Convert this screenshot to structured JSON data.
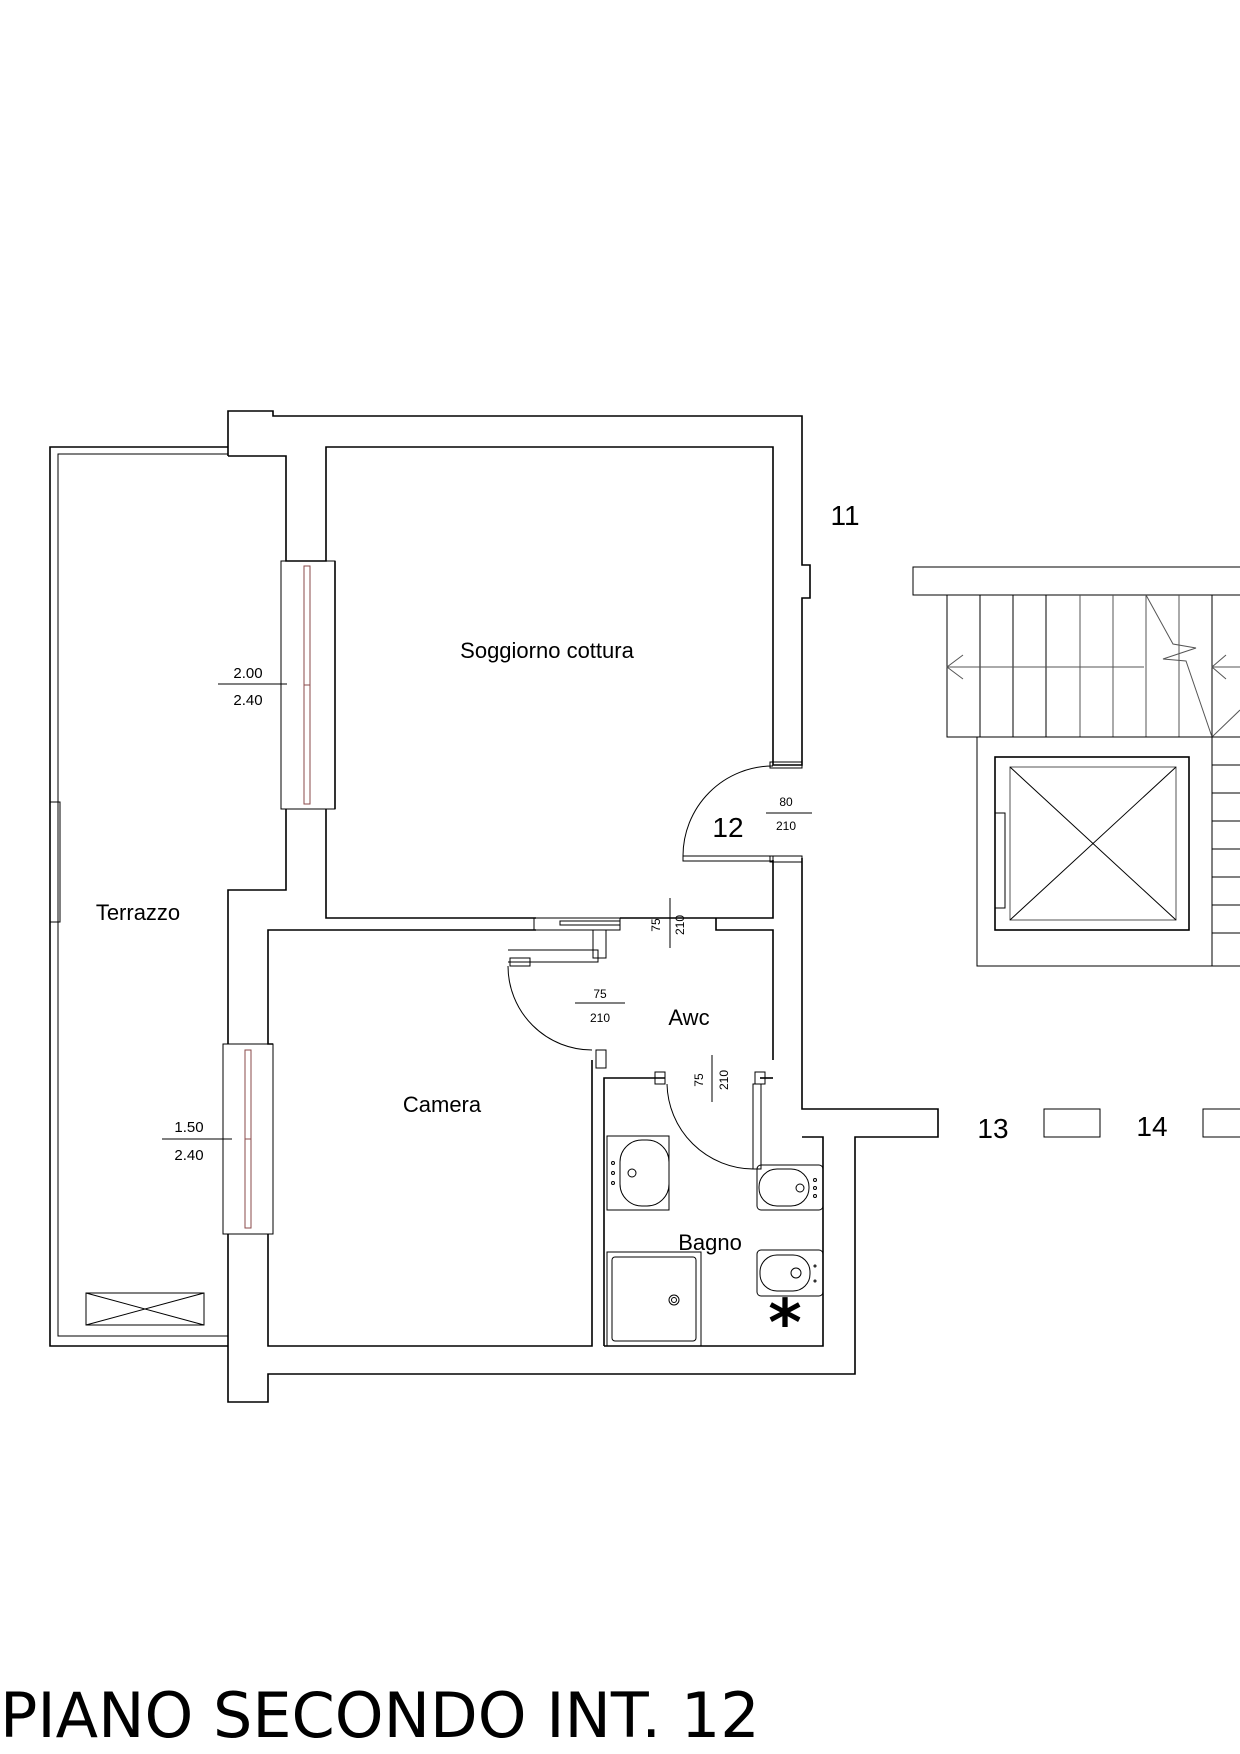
{
  "title": "PIANO SECONDO INT. 12",
  "rooms": {
    "soggiorno": "Soggiorno cottura",
    "terrazzo": "Terrazzo",
    "camera": "Camera",
    "awc": "Awc",
    "bagno": "Bagno"
  },
  "unit_numbers": {
    "u11": "11",
    "u12": "12",
    "u13": "13",
    "u14": "14"
  },
  "windows": [
    {
      "width": "2.00",
      "height": "2.40"
    },
    {
      "width": "1.50",
      "height": "2.40"
    }
  ],
  "doors": {
    "entrance": {
      "width": "80",
      "height": "210"
    },
    "sliding": {
      "width": "75",
      "height": "210"
    },
    "camera": {
      "width": "75",
      "height": "210"
    },
    "bagno": {
      "width": "75",
      "height": "210"
    }
  },
  "marker": "*"
}
